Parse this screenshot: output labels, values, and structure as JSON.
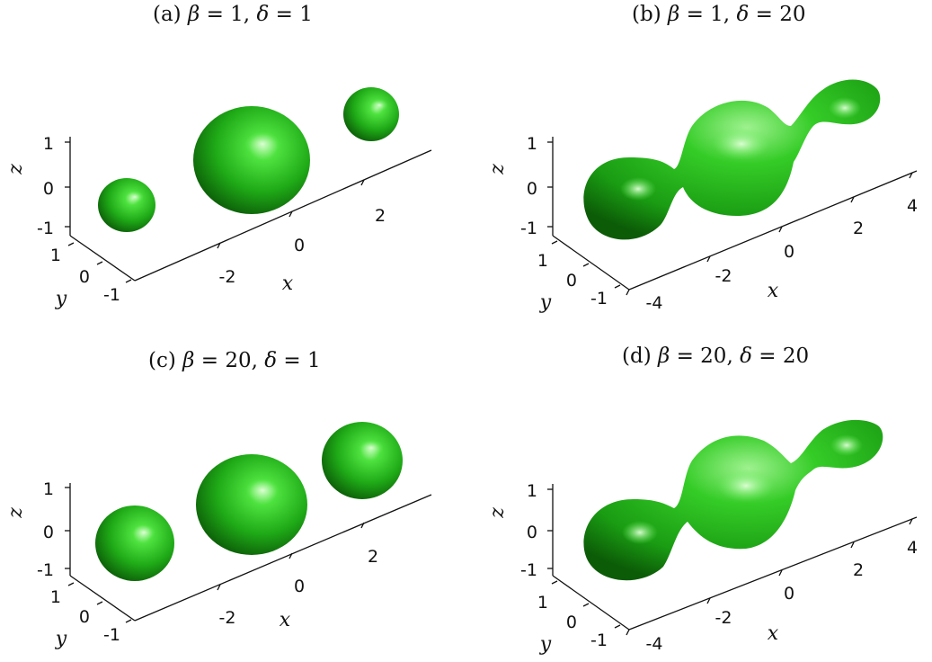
{
  "panels": [
    {
      "id": "a",
      "prefix": "(a) ",
      "beta_sym": "β",
      "beta_val": " = 1, ",
      "delta_sym": "δ",
      "delta_val": " = 1",
      "xticks": [
        "-2",
        "0",
        "2"
      ],
      "yticks": [
        "1",
        "0",
        "-1"
      ],
      "zticks": [
        "1",
        "0",
        "-1"
      ],
      "xlabel": "x",
      "ylabel": "y",
      "zlabel": "z"
    },
    {
      "id": "b",
      "prefix": "(b) ",
      "beta_sym": "β",
      "beta_val": " = 1, ",
      "delta_sym": "δ",
      "delta_val": " = 20",
      "xticks": [
        "-4",
        "-2",
        "0",
        "2",
        "4"
      ],
      "yticks": [
        "1",
        "0",
        "-1"
      ],
      "zticks": [
        "1",
        "0",
        "-1"
      ],
      "xlabel": "x",
      "ylabel": "y",
      "zlabel": "z"
    },
    {
      "id": "c",
      "prefix": "(c) ",
      "beta_sym": "β",
      "beta_val": " = 20, ",
      "delta_sym": "δ",
      "delta_val": " = 1",
      "xticks": [
        "-2",
        "0",
        "2"
      ],
      "yticks": [
        "1",
        "0",
        "-1"
      ],
      "zticks": [
        "1",
        "0",
        "-1"
      ],
      "xlabel": "x",
      "ylabel": "y",
      "zlabel": "z"
    },
    {
      "id": "d",
      "prefix": "(d) ",
      "beta_sym": "β",
      "beta_val": " = 20, ",
      "delta_sym": "δ",
      "delta_val": " = 20",
      "xticks": [
        "-4",
        "-2",
        "0",
        "2",
        "4"
      ],
      "yticks": [
        "1",
        "0",
        "-1"
      ],
      "zticks": [
        "1",
        "0",
        "-1"
      ],
      "xlabel": "x",
      "ylabel": "y",
      "zlabel": "z"
    }
  ],
  "colors": {
    "surface": "#22c21a",
    "surface_dark": "#0d6a08",
    "surface_light": "#a6f59c",
    "axis": "#111111"
  }
}
